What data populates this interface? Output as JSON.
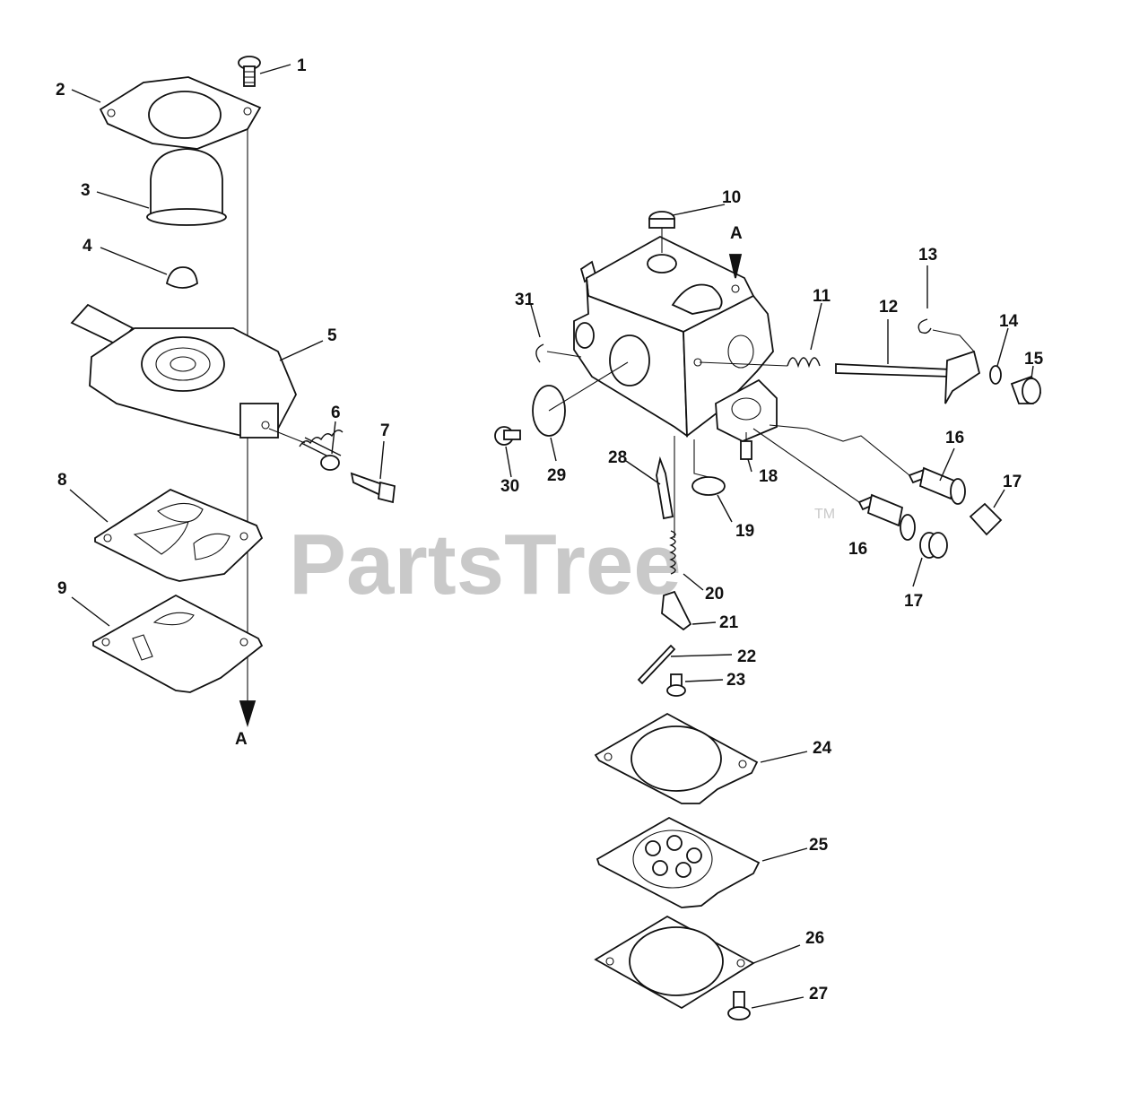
{
  "watermark": {
    "text": "PartsTree",
    "trademark": "TM"
  },
  "reference_marks": [
    "A",
    "A"
  ],
  "callouts": [
    {
      "num": "1"
    },
    {
      "num": "2"
    },
    {
      "num": "3"
    },
    {
      "num": "4"
    },
    {
      "num": "5"
    },
    {
      "num": "6"
    },
    {
      "num": "7"
    },
    {
      "num": "8"
    },
    {
      "num": "9"
    },
    {
      "num": "10"
    },
    {
      "num": "11"
    },
    {
      "num": "12"
    },
    {
      "num": "13"
    },
    {
      "num": "14"
    },
    {
      "num": "15"
    },
    {
      "num": "16"
    },
    {
      "num": "16"
    },
    {
      "num": "17"
    },
    {
      "num": "17"
    },
    {
      "num": "18"
    },
    {
      "num": "19"
    },
    {
      "num": "20"
    },
    {
      "num": "21"
    },
    {
      "num": "22"
    },
    {
      "num": "23"
    },
    {
      "num": "24"
    },
    {
      "num": "25"
    },
    {
      "num": "26"
    },
    {
      "num": "27"
    },
    {
      "num": "28"
    },
    {
      "num": "29"
    },
    {
      "num": "30"
    },
    {
      "num": "31"
    }
  ]
}
